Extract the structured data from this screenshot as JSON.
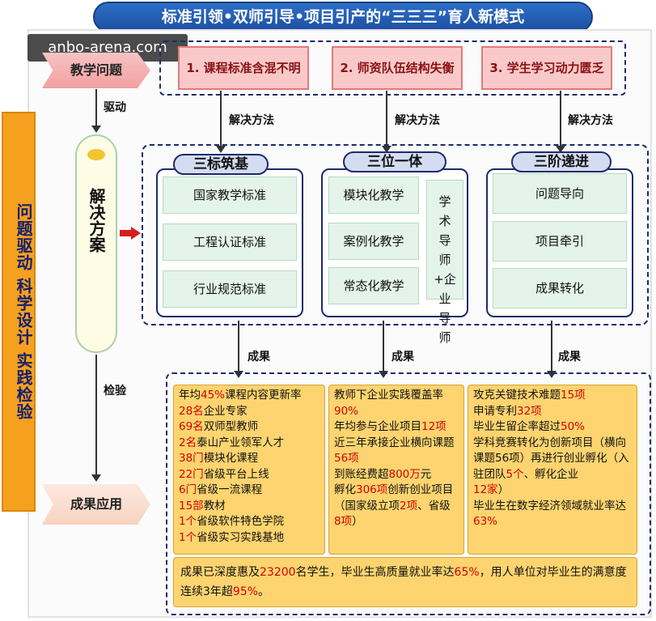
{
  "title": "标准引领•双师引导•项目引产的“三三三”育人新模式",
  "watermark": "anbo-arena.com",
  "side_label": "问题驱动 科学设计 实践检验",
  "flow": {
    "problem_tag": "教学问题",
    "drive_label": "驱动",
    "solution_label": "解决方案",
    "verify_label": "检验",
    "result_tag": "成果应用"
  },
  "problems": [
    "1. 课程标准含混不明",
    "2. 师资队伍结构失衡",
    "3. 学生学习动力匮乏"
  ],
  "method_label": "解决方法",
  "result_label": "成果",
  "panels": {
    "p1": {
      "title": "三标筑基",
      "items": [
        "国家教学标准",
        "工程认证标准",
        "行业规范标准"
      ]
    },
    "p2": {
      "title": "三位一体",
      "items": [
        "模块化教学",
        "案例化教学",
        "常态化教学"
      ],
      "side": "学术导师+企业导师"
    },
    "p3": {
      "title": "三阶递进",
      "items": [
        "问题导向",
        "项目牵引",
        "成果转化"
      ]
    }
  },
  "results": {
    "col1": [
      [
        "年均",
        "45%",
        "课程内容更新率"
      ],
      [
        "",
        "28名",
        "企业专家"
      ],
      [
        "",
        "69名",
        "双师型教师"
      ],
      [
        "",
        "2名",
        "泰山产业领军人才"
      ],
      [
        "",
        "38门",
        "模块化课程"
      ],
      [
        "",
        "22门",
        "省级平台上线"
      ],
      [
        "",
        "6门",
        "省级一流课程"
      ],
      [
        "",
        "15部",
        "教材"
      ],
      [
        "",
        "1个",
        "省级软件特色学院"
      ],
      [
        "",
        "1个",
        "省级实习实践基地"
      ]
    ],
    "col2": [
      [
        "教师下企业实践覆盖率",
        "90%",
        ""
      ],
      [
        "年均参与企业项目",
        "12项",
        ""
      ],
      [
        "近三年承接企业横向课题",
        "56项",
        ""
      ],
      [
        "到账经费超",
        "800万",
        "元"
      ],
      [
        "孵化",
        "306项",
        "创新创业项目"
      ],
      [
        "（国家级立项",
        "2项",
        "、省级"
      ],
      [
        "",
        "8项",
        "）"
      ]
    ],
    "col3": [
      [
        "攻克关键技术难题",
        "15项",
        ""
      ],
      [
        "申请专利",
        "32项",
        ""
      ],
      [
        "毕业生留企率超过",
        "50%",
        ""
      ],
      [
        "学科竞赛转化为创新项目（横向课题56项）再进行创业孵化（入驻团队",
        "5个",
        "、孵化企业"
      ],
      [
        "",
        "12家",
        "）"
      ],
      [
        "毕业生在数字经济领域就业率达",
        "63%",
        ""
      ]
    ],
    "summary": [
      [
        "成果已深度惠及",
        "23200",
        "名学生，毕业生高质量就业率达"
      ],
      [
        "",
        "65%",
        "，用人单位对毕业生的满意度连续3年超"
      ],
      [
        "",
        "95%",
        "。"
      ]
    ]
  },
  "colors": {
    "title_bg": "#1d4fa3",
    "accent_orange": "#f6a020",
    "highlight_red": "#d40000",
    "result_yellow": "#fdd46f"
  }
}
